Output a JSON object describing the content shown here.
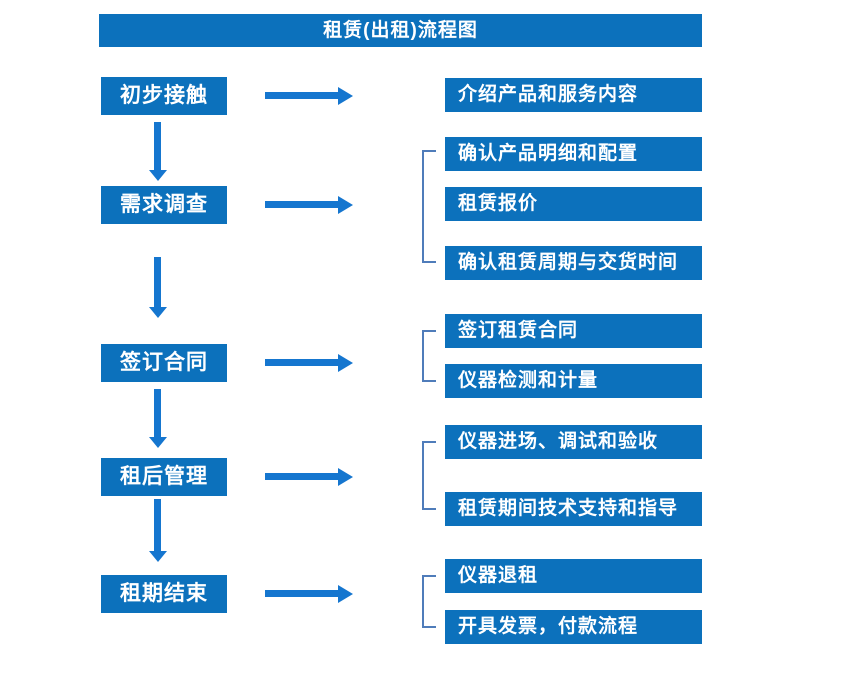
{
  "title": "租赁(出租)流程图",
  "colors": {
    "box_fill": "#0c71bc",
    "arrow": "#1576cf",
    "bracket": "#4f7cba",
    "box_text": "#ffffff",
    "background": "#ffffff"
  },
  "steps": [
    {
      "label": "初步接触",
      "outputs": [
        "介绍产品和服务内容"
      ]
    },
    {
      "label": "需求调查",
      "outputs": [
        "确认产品明细和配置",
        "租赁报价",
        "确认租赁周期与交货时间"
      ]
    },
    {
      "label": "签订合同",
      "outputs": [
        "签订租赁合同",
        "仪器检测和计量"
      ]
    },
    {
      "label": "租后管理",
      "outputs": [
        "仪器进场、调试和验收",
        "租赁期间技术支持和指导"
      ]
    },
    {
      "label": "租期结束",
      "outputs": [
        "仪器退租",
        "开具发票，付款流程"
      ]
    }
  ]
}
